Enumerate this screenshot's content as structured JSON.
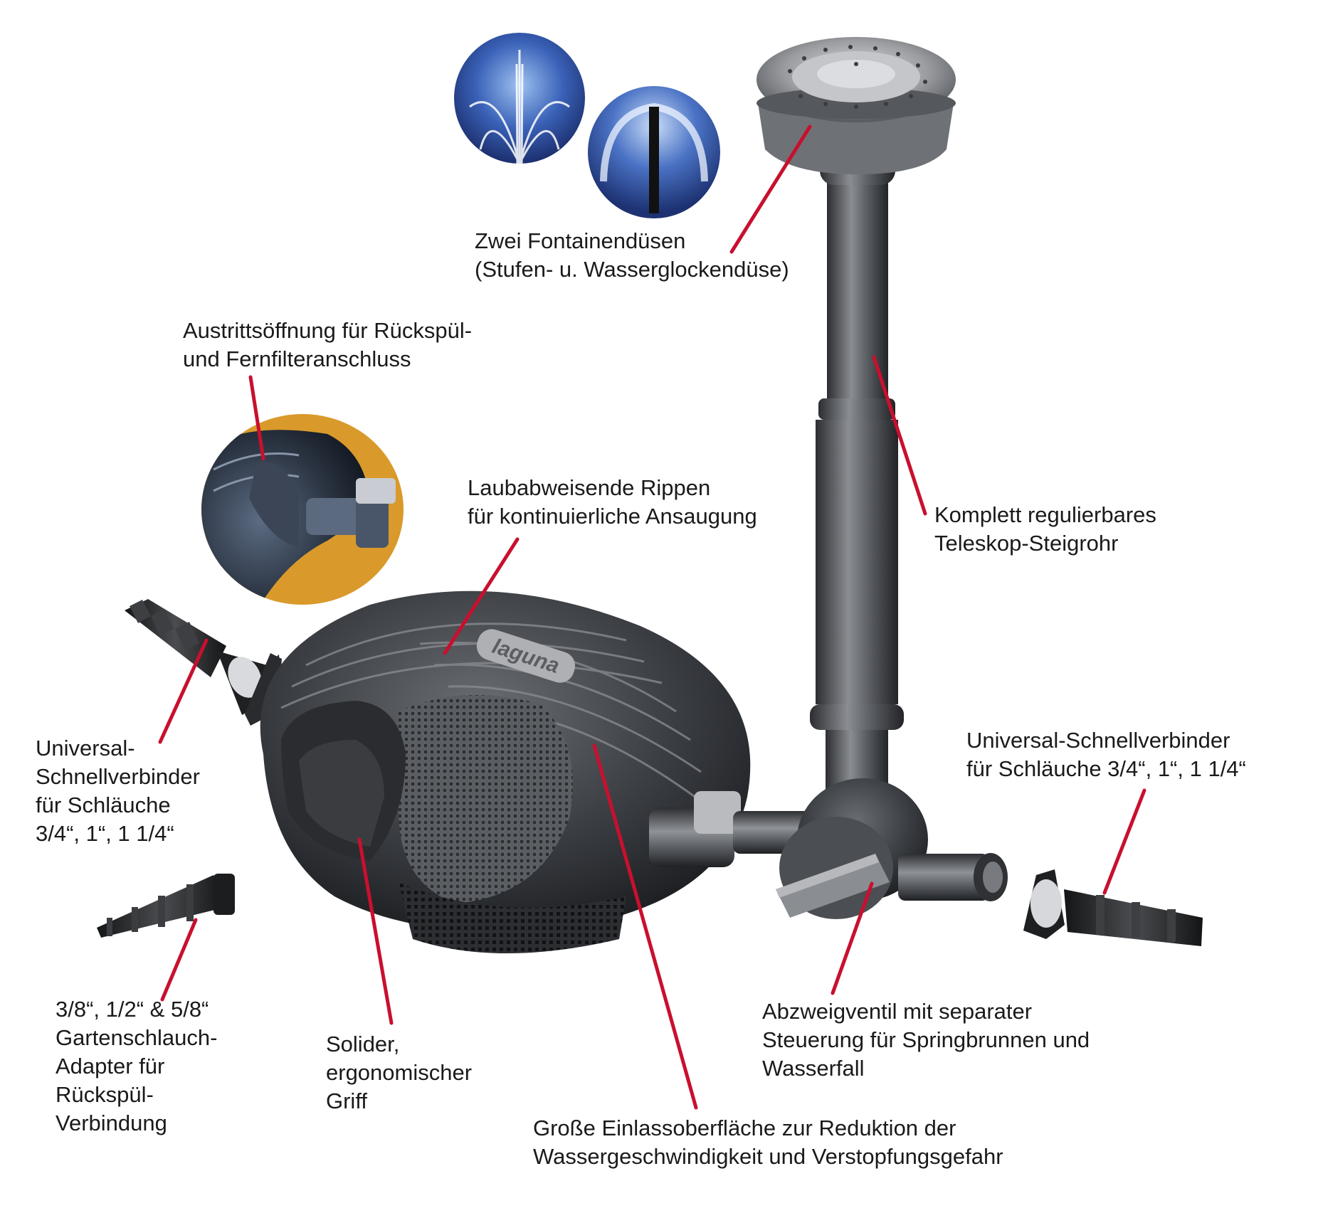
{
  "diagram": {
    "brand_logo": "laguna",
    "leader_color": "#c8102e",
    "labels": [
      {
        "id": "fountain-nozzles",
        "lines": [
          "Zwei Fontainendüsen",
          "(Stufen- u. Wasserglockendüse)"
        ]
      },
      {
        "id": "outlet-opening",
        "lines": [
          "Austrittsöffnung für Rückspül-",
          "und Fernfilteranschluss"
        ]
      },
      {
        "id": "leaf-ribs",
        "lines": [
          "Laubabweisende Rippen",
          "für kontinuierliche Ansaugung"
        ]
      },
      {
        "id": "telescope-riser",
        "lines": [
          "Komplett regulierbares",
          "Teleskop-Steigrohr"
        ]
      },
      {
        "id": "connector-left",
        "lines": [
          "Universal-",
          "Schnellverbinder",
          "für Schläuche",
          "3/4“, 1“, 1 1/4“"
        ]
      },
      {
        "id": "connector-right",
        "lines": [
          "Universal-Schnellverbinder",
          "für Schläuche 3/4“, 1“, 1 1/4“"
        ]
      },
      {
        "id": "garden-hose-adapter",
        "lines": [
          "3/8“, 1/2“ & 5/8“",
          "Gartenschlauch-",
          "Adapter für",
          "Rückspül-",
          "Verbindung"
        ]
      },
      {
        "id": "handle",
        "lines": [
          "Solider,",
          "ergonomischer",
          "Griff"
        ]
      },
      {
        "id": "diverter-valve",
        "lines": [
          "Abzweigventil mit separater",
          "Steuerung für Springbrunnen und",
          "Wasserfall"
        ]
      },
      {
        "id": "intake-surface",
        "lines": [
          "Große Einlassoberfläche zur Reduktion der",
          "Wassergeschwindigkeit und Verstopfungsgefahr"
        ]
      }
    ]
  }
}
